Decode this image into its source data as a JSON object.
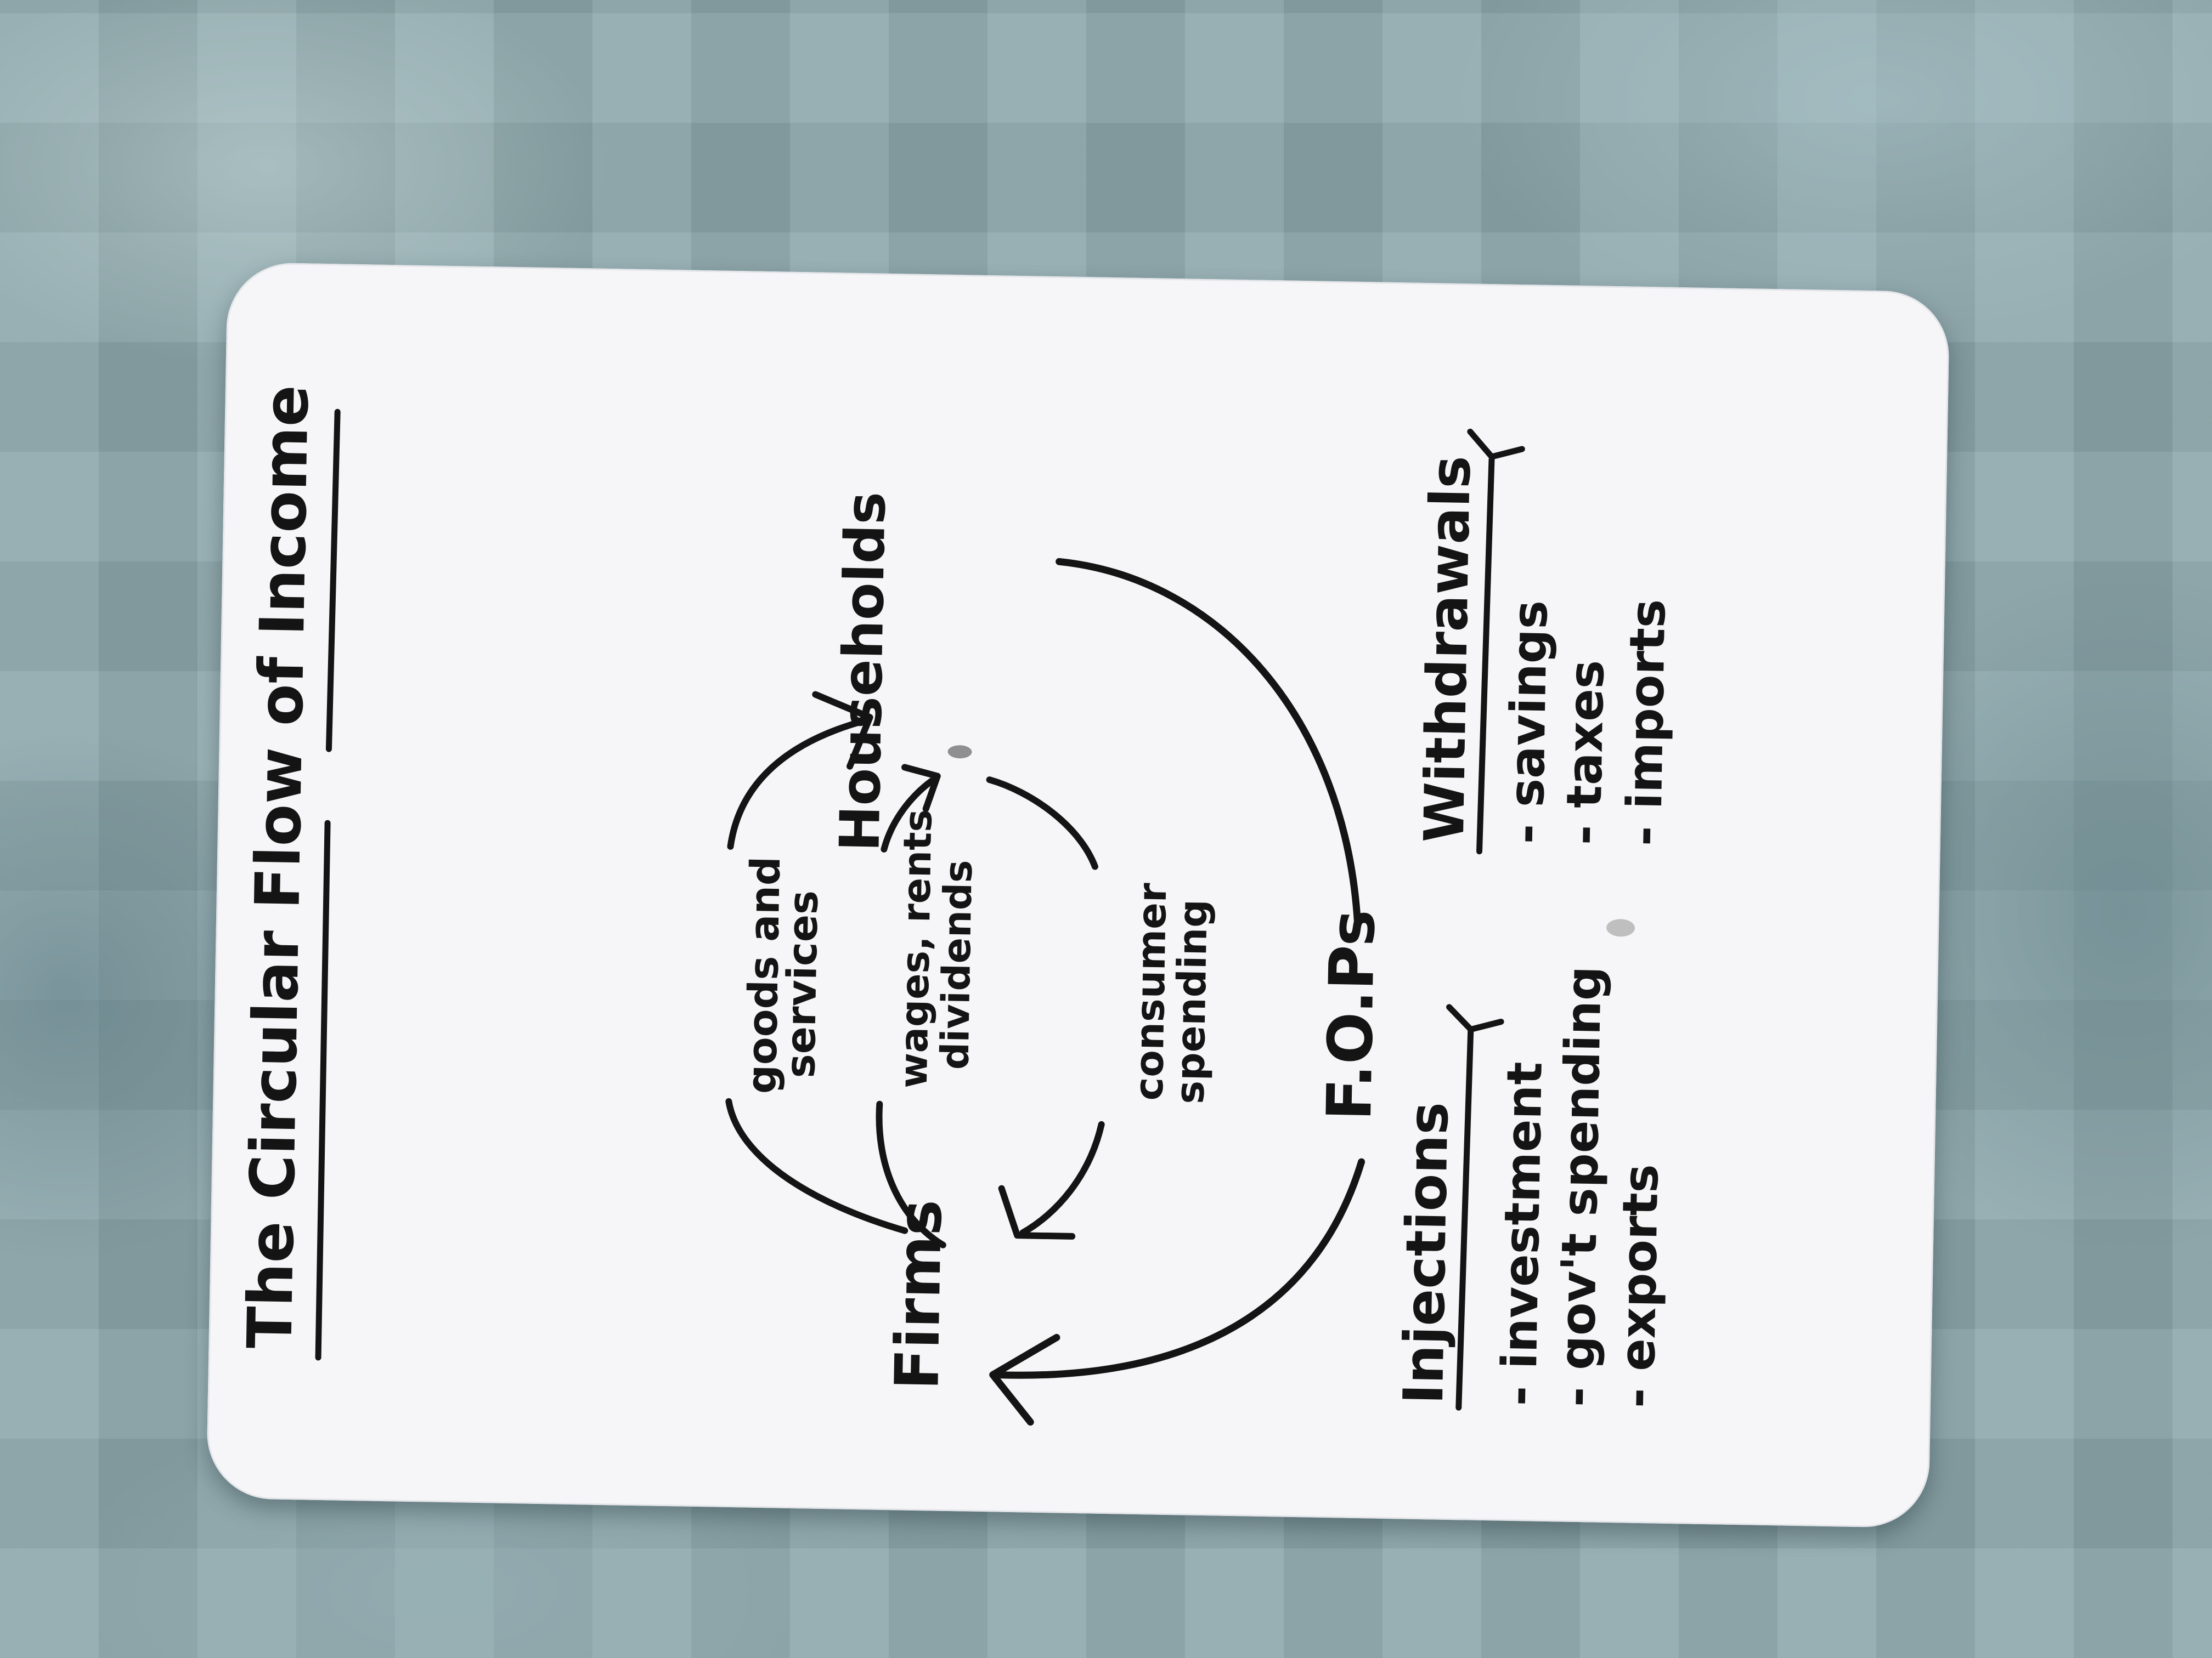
{
  "title": "The Circular Flow of Income",
  "nodes": {
    "households": "Households",
    "firms": "Firms",
    "fops": "F.O.Ps"
  },
  "flows": {
    "goods_line1": "goods and",
    "goods_line2": "services",
    "wages_line1": "wages, rents",
    "wages_line2": "dividends",
    "consumer_line1": "consumer",
    "consumer_line2": "spending"
  },
  "withdrawals": {
    "heading": "Withdrawals",
    "items": [
      "- savings",
      "- taxes",
      "- imports"
    ]
  },
  "injections": {
    "heading": "Injections",
    "items": [
      "- investment",
      "- gov't spending",
      "- exports"
    ]
  }
}
